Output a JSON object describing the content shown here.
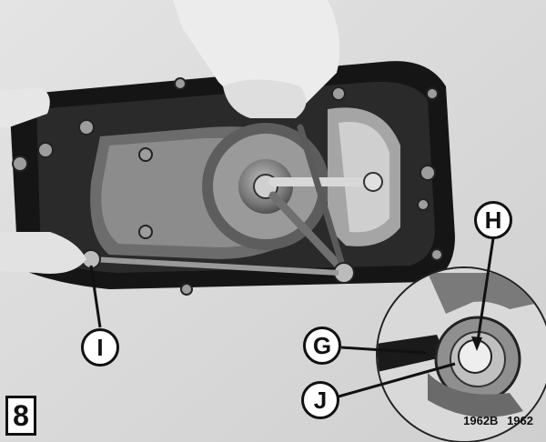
{
  "photo": {
    "subject": "outboard remote control housing with linkage, hands holding assembly, inset magnified detail",
    "callouts": {
      "h": "H",
      "g": "G",
      "j": "J",
      "i": "I"
    }
  },
  "figure": {
    "number": "8",
    "code_a": "1962B",
    "code_b": "1962"
  },
  "colors": {
    "background": "#d8d8d8",
    "housing": "#151515",
    "metal": "#8a8a8a",
    "ink": "#111111"
  }
}
